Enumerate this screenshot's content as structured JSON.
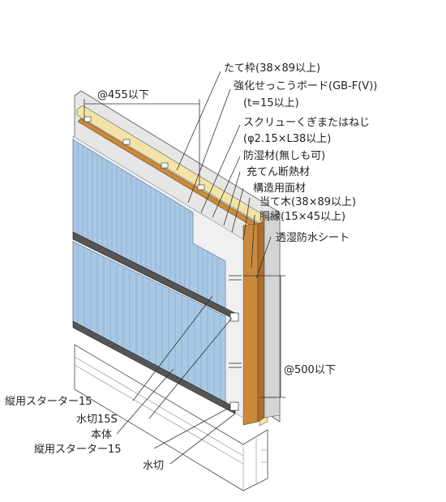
{
  "dimensions": {
    "top_spacing": "@455以下",
    "side_spacing": "@500以下"
  },
  "labels_right": {
    "stud": "たて枠(38×89以上)",
    "board_1": "強化せっこうボード(GB-F(V))",
    "board_2": "(t=15以上)",
    "screw_1": "スクリューくぎまたはねじ",
    "screw_2": "(φ2.15×L38以上)",
    "vapor": "防湿材(無しも可)",
    "insulation": "充てん断熱材",
    "structural": "構造用面材",
    "backing": "当て木(38×89以上)",
    "furring": "胴縁(15×45以上)",
    "sheet": "透湿防水シート"
  },
  "labels_left": {
    "starter_upper": "縦用スターター15",
    "flashing_15s": "水切15S",
    "body": "本体",
    "starter_lower": "縦用スターター15",
    "flashing": "水切"
  },
  "colors": {
    "siding": "#a9c8e4",
    "siding_line": "#7fa3c8",
    "wood": "#c98a3c",
    "insulation": "#f3e3a6",
    "board": "#dcdcdc",
    "line": "#333333"
  }
}
